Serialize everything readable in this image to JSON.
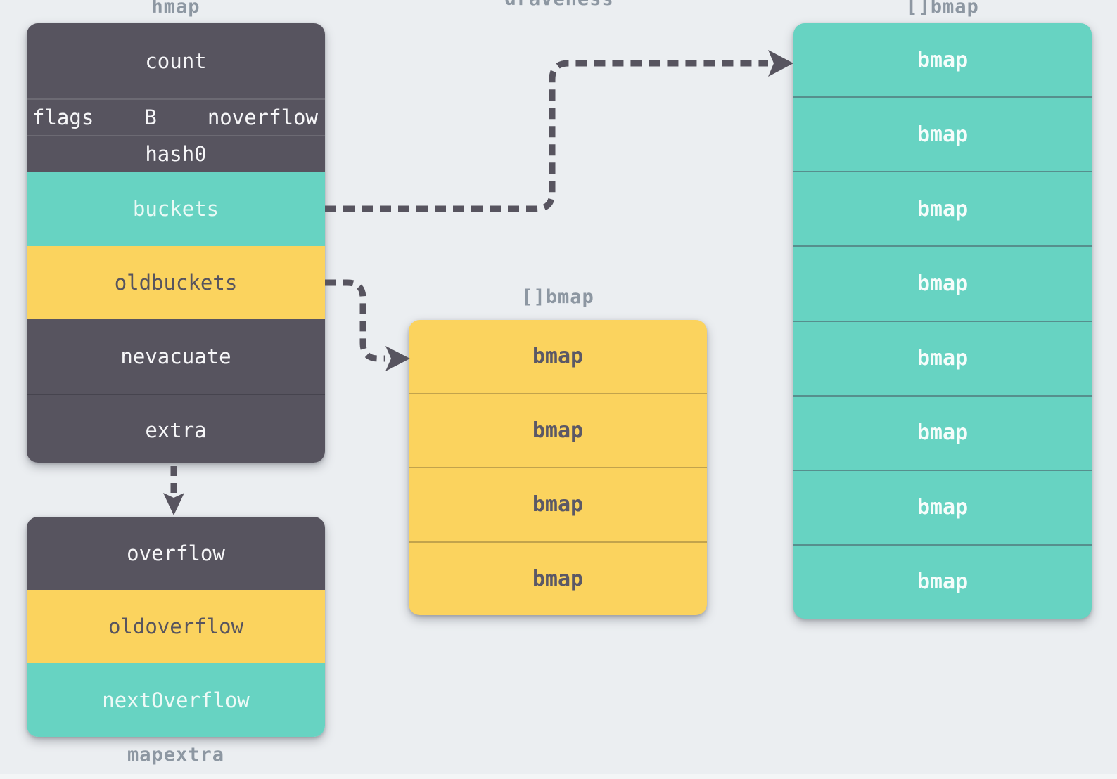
{
  "watermark": "draveness",
  "colors": {
    "background": "#ebeef1",
    "dark": "#57545f",
    "teal": "#67d3c2",
    "yellow": "#fbd35e",
    "label_gray": "#8d97a2",
    "arrow": "#57545f"
  },
  "hmap": {
    "title": "hmap",
    "count": "count",
    "flags": "flags",
    "b": "B",
    "noverflow": "noverflow",
    "hash0": "hash0",
    "buckets": "buckets",
    "oldbuckets": "oldbuckets",
    "nevacuate": "nevacuate",
    "extra": "extra"
  },
  "mapextra": {
    "title": "mapextra",
    "overflow": "overflow",
    "oldoverflow": "oldoverflow",
    "nextoverflow": "nextOverflow"
  },
  "old_buckets_array": {
    "title": "[]bmap",
    "cells": [
      "bmap",
      "bmap",
      "bmap",
      "bmap"
    ]
  },
  "buckets_array": {
    "title": "[]bmap",
    "cells": [
      "bmap",
      "bmap",
      "bmap",
      "bmap",
      "bmap",
      "bmap",
      "bmap",
      "bmap"
    ]
  }
}
